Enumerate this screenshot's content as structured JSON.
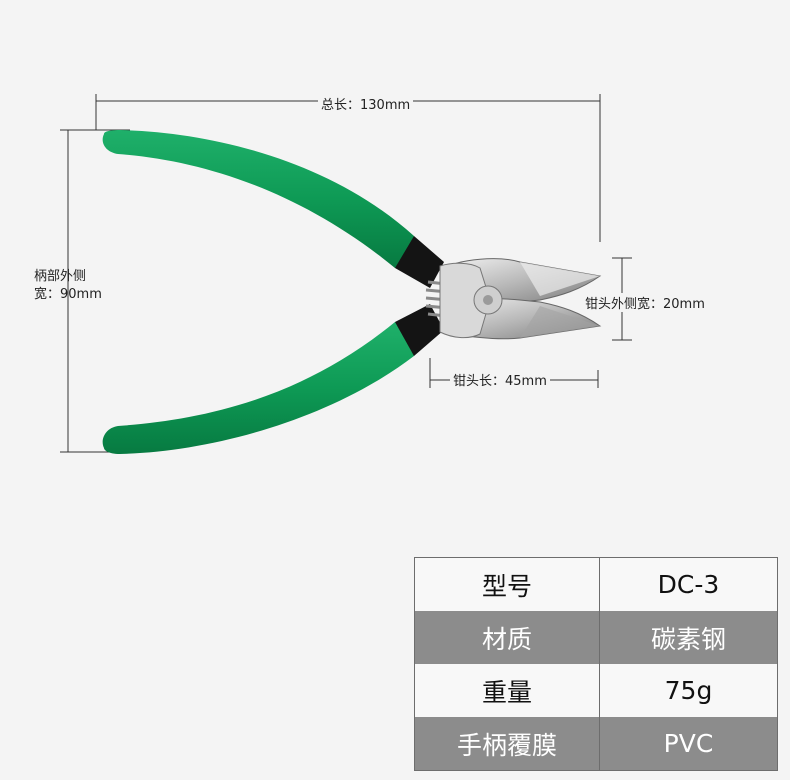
{
  "dimensions": {
    "total_length": "总长：130mm",
    "handle_width_line1": "柄部外侧",
    "handle_width_line2": "宽：90mm",
    "head_width": "钳头外侧宽：20mm",
    "head_length": "钳头长：45mm"
  },
  "spec_table": {
    "rows": [
      {
        "label": "型号",
        "value": "DC-3"
      },
      {
        "label": "材质",
        "value": "碳素钢"
      },
      {
        "label": "重量",
        "value": "75g"
      },
      {
        "label": "手柄覆膜",
        "value": "PVC"
      }
    ]
  },
  "colors": {
    "handle_green": "#0e9a55",
    "row_dark": "#8c8c8c",
    "background": "#f4f4f4"
  },
  "icons": {
    "product": "diagonal-cutting-pliers"
  }
}
